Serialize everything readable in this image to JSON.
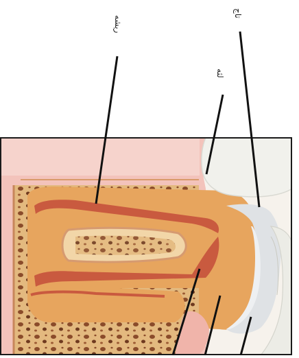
{
  "labels": {
    "root": "ریشه",
    "gum": "لثه",
    "crown": "تاج"
  },
  "colors": {
    "background": "#ffffff",
    "frame_border": "#1a1a1a",
    "gum_pink": "#f3c3bb",
    "bone_tan": "#e8c58f",
    "dentin_orange": "#e7a55e",
    "pulp_red": "#c95a3f",
    "enamel_grey": "#dfe2e5",
    "leader_line": "#111111"
  }
}
